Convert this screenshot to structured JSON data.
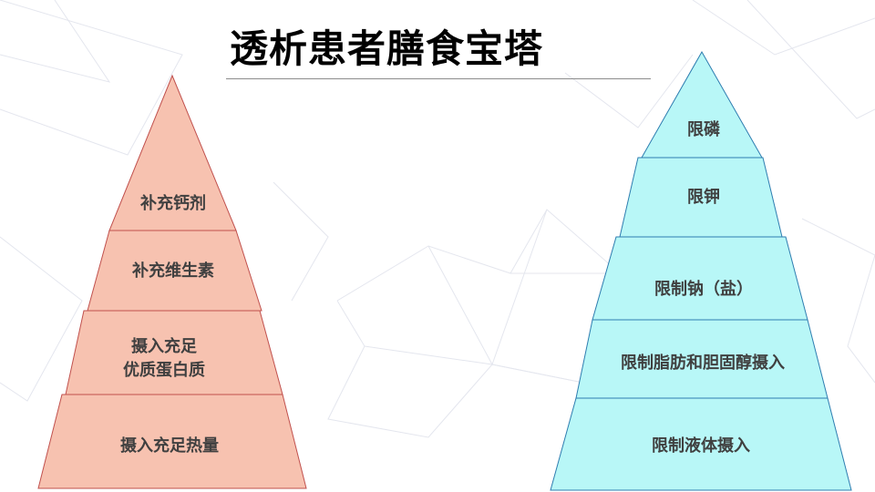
{
  "title": "透析患者膳食宝塔",
  "colors": {
    "left_fill": "#f7c2b0",
    "left_stroke": "#c0504d",
    "right_fill": "#b8f7f7",
    "right_stroke": "#2e7db0",
    "tier_text": "#404040",
    "bg_line": "#e4e6ee"
  },
  "left_pyramid": {
    "tiers": [
      {
        "lines": [
          "补充钙剂"
        ]
      },
      {
        "lines": [
          "补充维生素"
        ]
      },
      {
        "lines": [
          "摄入充足",
          "优质蛋白质"
        ]
      },
      {
        "lines": [
          "摄入充足热量"
        ]
      }
    ]
  },
  "right_pyramid": {
    "tiers": [
      {
        "lines": [
          "限磷"
        ]
      },
      {
        "lines": [
          "限钾"
        ]
      },
      {
        "lines": [
          "限制钠（盐）"
        ]
      },
      {
        "lines": [
          "限制脂肪和胆固醇摄入"
        ]
      },
      {
        "lines": [
          "限制液体摄入"
        ]
      }
    ]
  }
}
